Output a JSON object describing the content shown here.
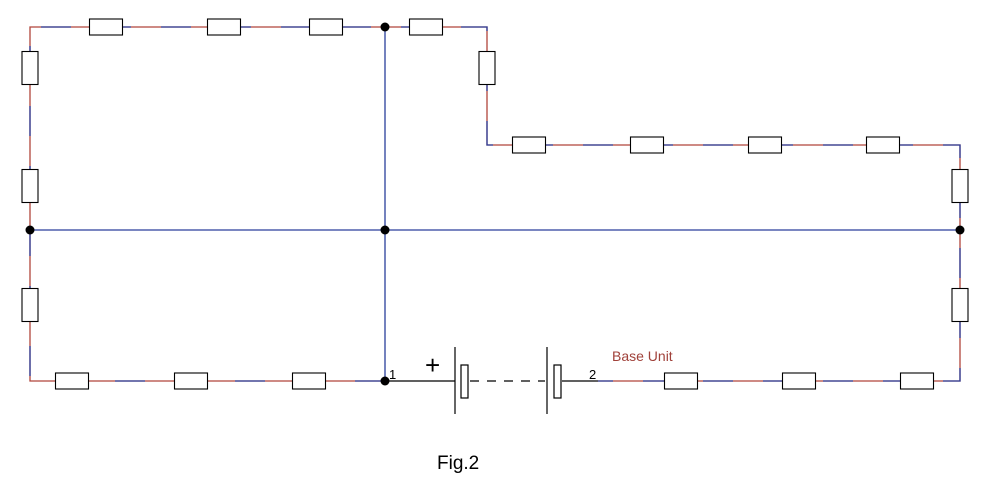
{
  "labels": {
    "base_unit": "Base Unit",
    "node_1": "1",
    "node_2": "2",
    "plus_sign": "+",
    "figure_caption": "Fig.2"
  },
  "colors": {
    "blue_wire": "#2a3f9c",
    "red_wire": "#b0453b",
    "resistor_stroke": "#000000",
    "junction": "#000000",
    "background": "#ffffff"
  }
}
